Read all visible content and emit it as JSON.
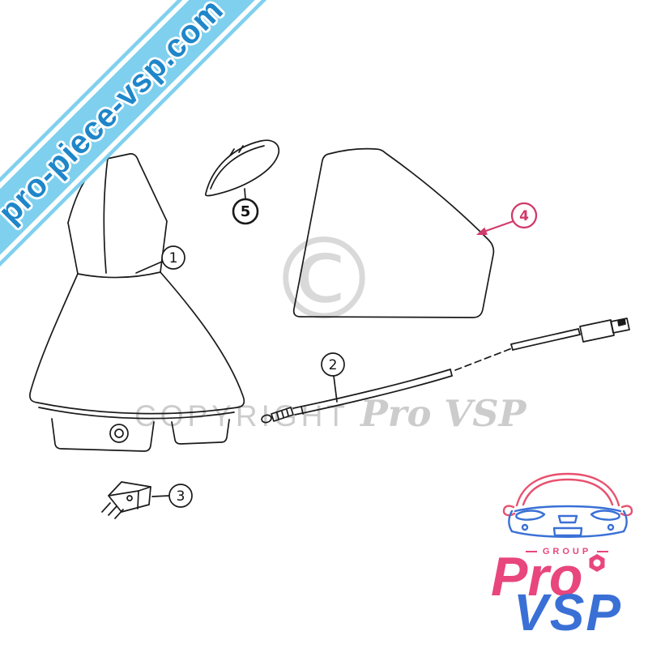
{
  "ribbon": {
    "text": "pro-piece-vsp.com"
  },
  "watermark": {
    "copyright": "COPYRIGHT",
    "brand": "Pro VSP",
    "symbol": "©"
  },
  "callouts": {
    "c1": "1",
    "c2": "2",
    "c3": "3",
    "c4": "4",
    "c5": "5"
  },
  "logo": {
    "group": "GROUP",
    "pro": "Pro",
    "vsp": "VSP"
  },
  "colors": {
    "accent_pink": "#d13a6a",
    "logo_pink": "#e8467c",
    "logo_blue": "#3a70d6",
    "ribbon_blue": "#7fd0ee",
    "ribbon_text_blue": "#1f86c9",
    "watermark_gray": "#cccccc",
    "line_color": "#1a1a1a"
  }
}
